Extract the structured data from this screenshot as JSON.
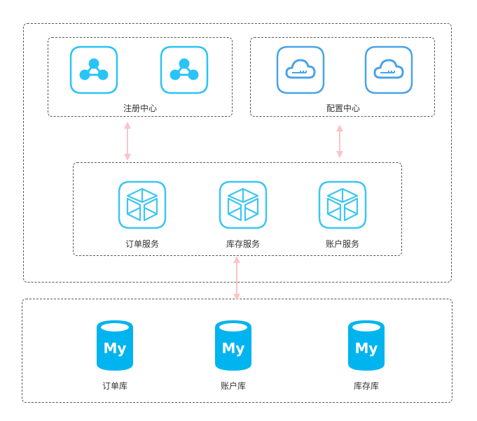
{
  "diagram": {
    "groups": {
      "registry": {
        "label": "注册中心",
        "node_icon": "network-nodes-icon",
        "node_count": 2
      },
      "config": {
        "label": "配置中心",
        "node_icon": "cloud-key-icon",
        "node_count": 2
      },
      "services": {
        "items": [
          {
            "label": "订单服务",
            "icon": "cube-icon"
          },
          {
            "label": "库存服务",
            "icon": "cube-icon"
          },
          {
            "label": "账户服务",
            "icon": "cube-icon"
          }
        ]
      },
      "databases": {
        "items": [
          {
            "label": "订单库",
            "icon": "mysql-database-icon",
            "badge": "My"
          },
          {
            "label": "账户库",
            "icon": "mysql-database-icon",
            "badge": "My"
          },
          {
            "label": "库存库",
            "icon": "mysql-database-icon",
            "badge": "My"
          }
        ]
      }
    },
    "connections": [
      {
        "from": "registry",
        "to": "services",
        "style": "bidirectional"
      },
      {
        "from": "config",
        "to": "services",
        "style": "bidirectional"
      },
      {
        "from": "services",
        "to": "databases",
        "style": "bidirectional"
      }
    ],
    "colors": {
      "registry_icon": "#29c4f6",
      "config_icon": "#4aa3e8",
      "service_icon": "#3cc6f2",
      "database": "#00b4ef",
      "arrow": "#f9c5cb",
      "border": "#555555"
    }
  }
}
